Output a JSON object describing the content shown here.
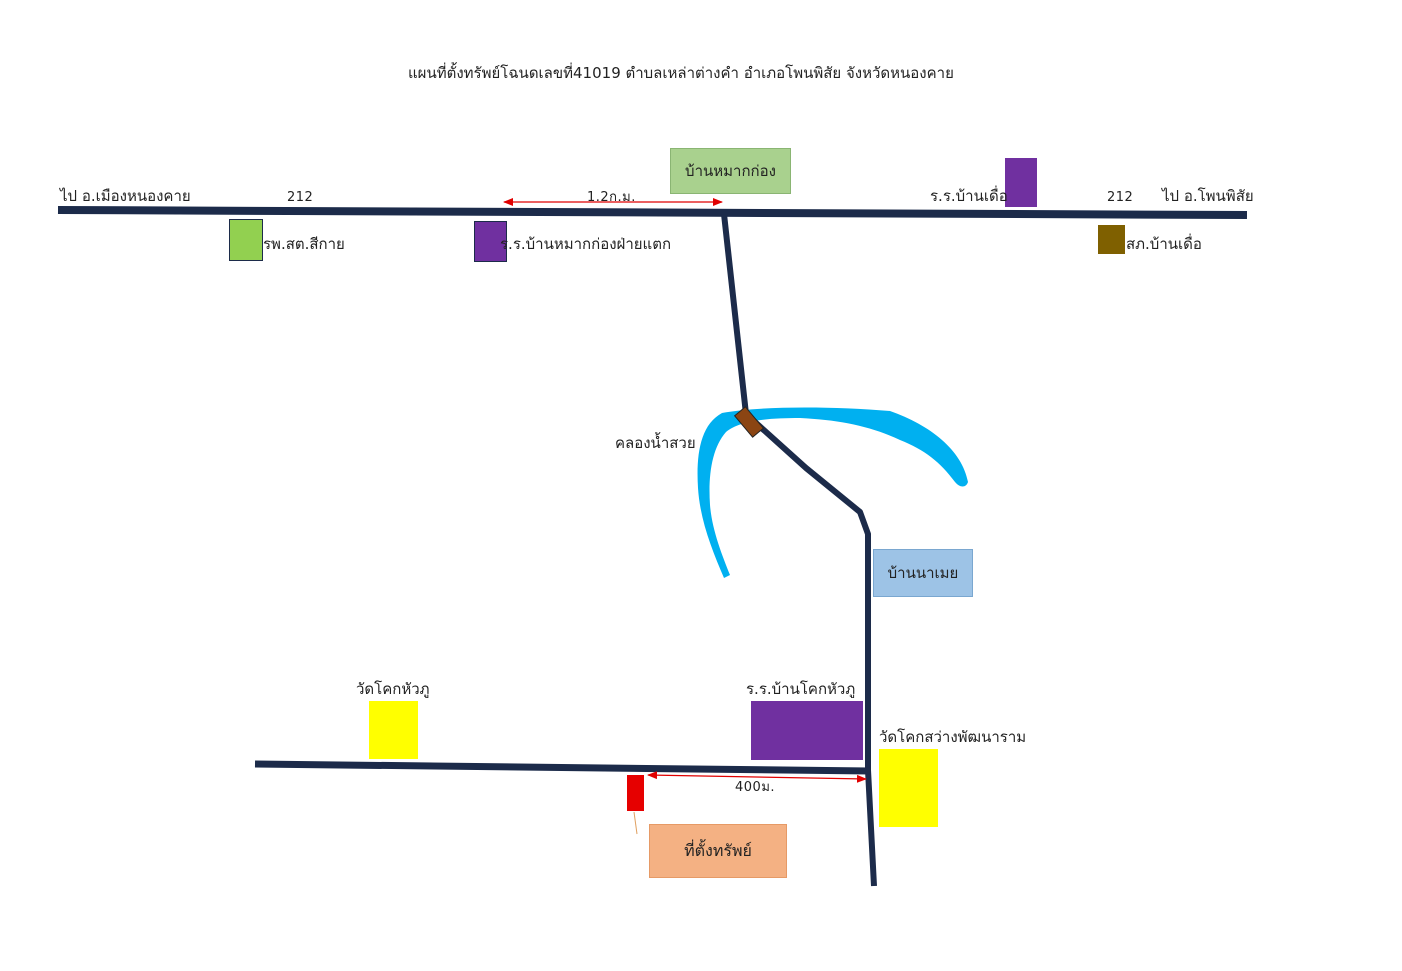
{
  "title": "แผนที่ตั้งทรัพย์โฉนดเลขที่41019  ตำบลเหล่าต่างคำ อำเภอโพนพิสัย จังหวัดหนองคาย",
  "roads": {
    "left_direction": "ไป อ.เมืองหนองคาย",
    "right_direction": "ไป อ.โพนพิสัย",
    "route_number_left": "212",
    "route_number_right": "212",
    "distance_top": "1.2ก.ม.",
    "distance_bottom": "400ม."
  },
  "places": {
    "ban_mak_kong": "บ้านหมากก่อง",
    "ban_na_moei": "บ้านนาเมย",
    "clinic": "รพ.สต.สีกาย",
    "school_mak_kong": "ร.ร.บ้านหมากก่องฝ่ายแตก",
    "school_ban_duea": "ร.ร.บ้านเดื่อ",
    "police_ban_duea": "สภ.บ้านเดื่อ",
    "canal": "คลองน้ำสวย",
    "wat_khok_hua_phu": "วัดโคกหัวภู",
    "school_khok_hua_phu": "ร.ร.บ้านโคกหัวภู",
    "wat_khok_sawang": "วัดโคกสว่างพัฒนาราม",
    "property": "ที่ตั้งทรัพย์"
  },
  "colors": {
    "road": "#1c2b4a",
    "river": "#00b0f0",
    "school": "#7030a0",
    "temple": "#ffff00",
    "clinic": "#92d050",
    "police": "#7f6000",
    "property_marker": "#e60000",
    "property_label_bg": "#f4b183",
    "village_top_bg": "#a9d18e",
    "village_mid_bg": "#9dc3e6",
    "distance_arrow": "#e00000",
    "bridge": "#8b4513"
  }
}
